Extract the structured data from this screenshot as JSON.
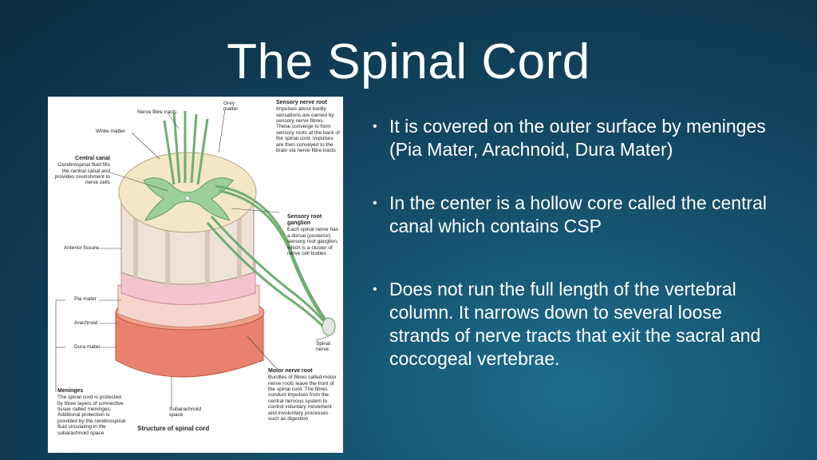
{
  "slide": {
    "title": "The Spinal Cord",
    "bullets": [
      {
        "text": "It is covered on the outer surface by meninges (Pia Mater, Arachnoid, Dura Mater)"
      },
      {
        "text": "In the center is a hollow core called the central canal which contains CSP"
      },
      {
        "text": "Does not run the full length of the vertebral column. It narrows down to several loose strands of nerve tracts that exit the sacral and coccogeal vertebrae."
      }
    ],
    "bullet_symbol": "•"
  },
  "figure": {
    "caption": "Structure of spinal cord",
    "labels": {
      "nerve_fibre_tracts": "Nerve fibre tracts",
      "grey_matter": "Grey matter",
      "white_matter": "White matter",
      "central_canal_title": "Central canal",
      "central_canal_text": "Cerebrospinal fluid fills the central canal and provides nourishment to nerve cells",
      "sensory_nerve_root_title": "Sensory nerve root",
      "sensory_nerve_root_text": "Impulses about bodily sensations are carried by sensory nerve fibres. These converge to form sensory roots at the back of the spinal cord. Impulses are then conveyed to the brain via nerve fibre tracts",
      "sensory_root_ganglion_title": "Sensory root ganglion",
      "sensory_root_ganglion_text": "Each spinal nerve has a dorsal (posterior) sensory root ganglion, which is a cluster of nerve cell bodies",
      "anterior_fissure": "Anterior fissure",
      "pia_mater": "Pia mater",
      "arachnoid": "Arachnoid",
      "dura_mater": "Dura mater",
      "spinal_nerve": "Spinal nerve",
      "motor_nerve_root_title": "Motor nerve root",
      "motor_nerve_root_text": "Bundles of fibres called motor nerve roots leave the front of the spinal cord. The fibres conduct impulses from the central nervous system to control voluntary movement and involuntary processes such as digestion",
      "meninges_title": "Meninges",
      "meninges_text": "The spinal cord is protected by three layers of connective tissue called meninges. Additional protection is provided by the cerebrospinal fluid circulating in the subarachnoid space",
      "subarachnoid_space": "Subarachnoid space"
    },
    "colors": {
      "white_matter": "#f3e7c8",
      "grey_matter": "#9ccf9a",
      "nerve_fibres": "#6fae72",
      "pia_mater": "#f2c4cf",
      "dura_mater": "#e8826e"
    }
  }
}
